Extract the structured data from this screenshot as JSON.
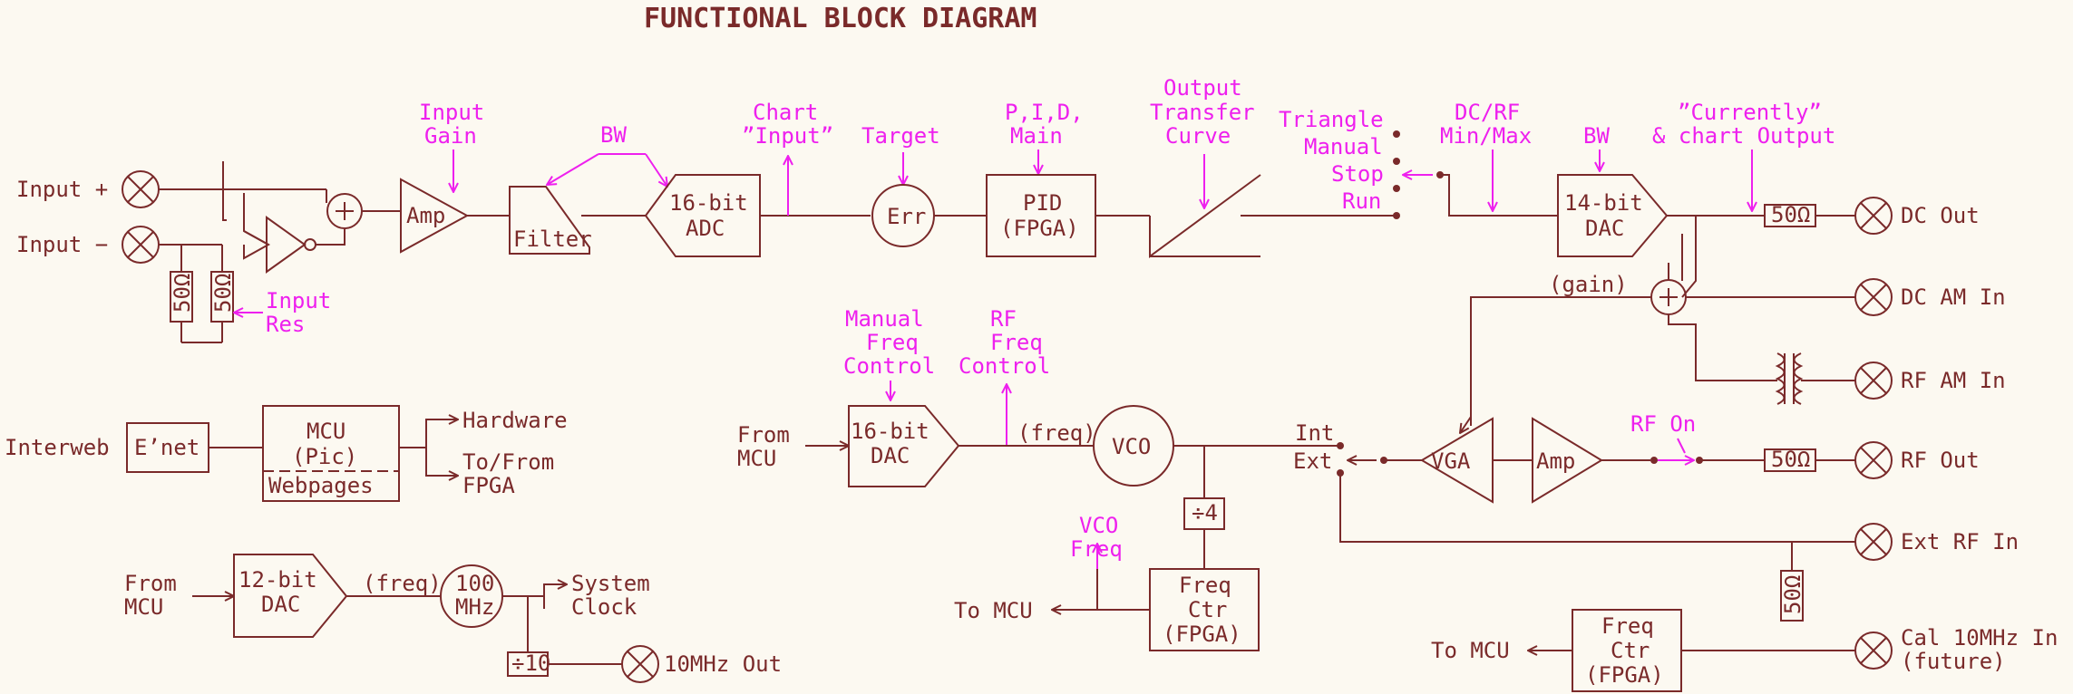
{
  "title": "FUNCTIONAL BLOCK DIAGRAM",
  "signal_chain": {
    "input_plus": "Input +",
    "input_minus": "Input −",
    "res_50_a": "50Ω",
    "res_50_b": "50Ω",
    "input_res": [
      "Input",
      "Res"
    ],
    "input_gain": [
      "Input",
      "Gain"
    ],
    "amp": "Amp",
    "filter": "Filter",
    "bw1": "BW",
    "adc16": [
      "16-bit",
      "ADC"
    ],
    "chart_input": [
      "Chart",
      "”Input”"
    ],
    "target": "Target",
    "err": "Err",
    "pid_label": [
      "P,I,D,",
      "Main"
    ],
    "pid": [
      "PID",
      "(FPGA)"
    ],
    "output_transfer": [
      "Output",
      "Transfer",
      "Curve"
    ],
    "modes": [
      "Triangle",
      "Manual",
      "Stop",
      "Run"
    ],
    "dcrf": [
      "DC/RF",
      "Min/Max"
    ],
    "bw2": "BW",
    "dac14": [
      "14-bit",
      "DAC"
    ],
    "currently": [
      "”Currently”",
      "& chart Output"
    ],
    "res_dc": "50Ω",
    "dc_out": "DC Out"
  },
  "mod": {
    "gain": "(gain)",
    "plus": "+",
    "dc_am_in": "DC AM In",
    "rf_am_in": "RF AM In"
  },
  "rf_chain": {
    "manual_freq": [
      "Manual",
      "Freq",
      "Control"
    ],
    "rf_freq": [
      "RF",
      "Freq",
      "Control"
    ],
    "from_mcu": [
      "From",
      "MCU"
    ],
    "dac16": [
      "16-bit",
      "DAC"
    ],
    "freq": "(freq)",
    "vco": "VCO",
    "int": "Int",
    "ext": "Ext",
    "vga": "VGA",
    "amp": "Amp",
    "rf_on": "RF On",
    "res_rf": "50Ω",
    "rf_out": "RF Out",
    "ext_rf_in": "Ext RF In",
    "res_ext": "50Ω",
    "div4": "÷4",
    "vco_freq": [
      "VCO",
      "Freq"
    ],
    "freq_ctr": [
      "Freq",
      "Ctr",
      "(FPGA)"
    ],
    "to_mcu": "To MCU"
  },
  "mcu_section": {
    "interweb": "Interweb",
    "enet": "E’net",
    "mcu": [
      "MCU",
      "(Pic)"
    ],
    "webpages": "Webpages",
    "hardware": "Hardware",
    "to_from": [
      "To/From",
      "FPGA"
    ]
  },
  "clock": {
    "from_mcu": [
      "From",
      "MCU"
    ],
    "dac12": [
      "12-bit",
      "DAC"
    ],
    "freq": "(freq)",
    "osc": [
      "100",
      "MHz"
    ],
    "system_clock": [
      "System",
      "Clock"
    ],
    "div10": "÷10",
    "out10": "10MHz Out"
  },
  "cal": {
    "freq_ctr": [
      "Freq",
      "Ctr",
      "(FPGA)"
    ],
    "to_mcu": "To MCU",
    "cal_in": [
      "Cal 10MHz In",
      "(future)"
    ]
  }
}
